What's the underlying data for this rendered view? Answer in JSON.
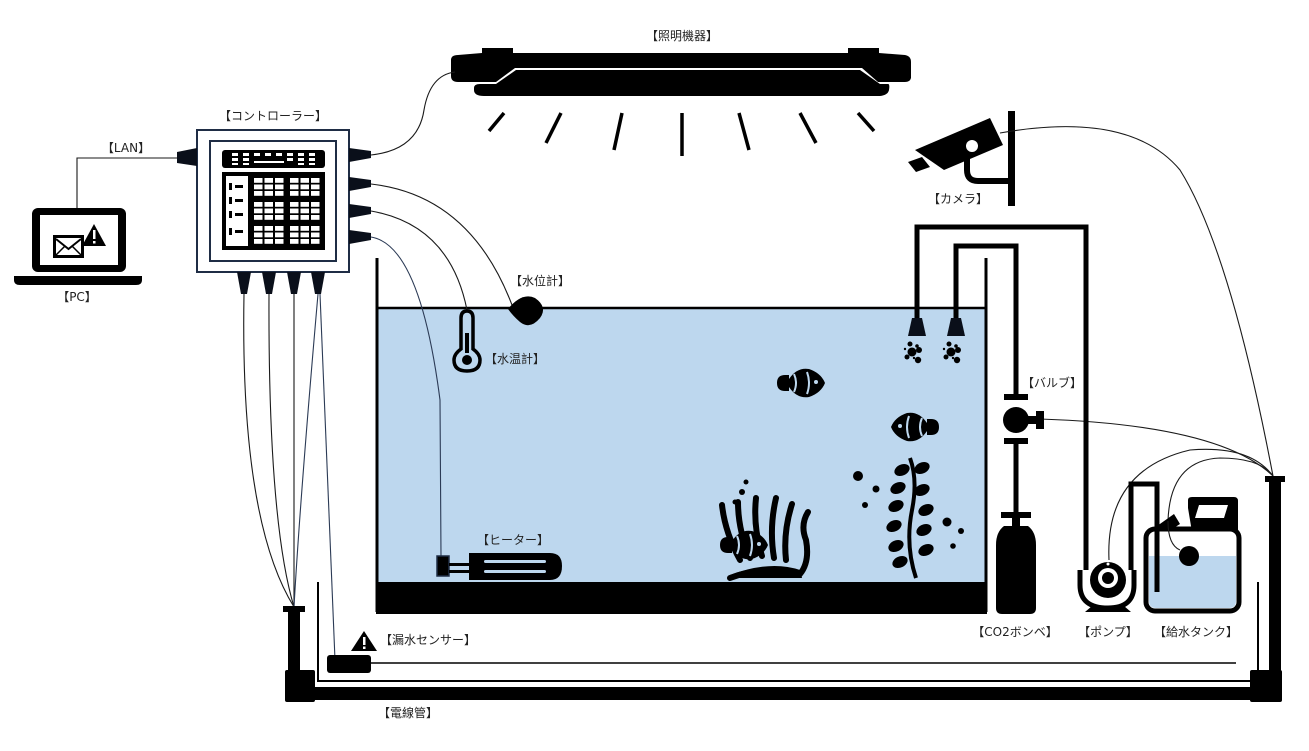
{
  "diagram": {
    "title": "Aquarium monitoring system",
    "colors": {
      "water": "#bdd7ee",
      "ink": "#000000",
      "navy_outline": "#1f2d45",
      "background": "#ffffff"
    },
    "labels": {
      "lighting": "【照明機器】",
      "controller": "【コントローラー】",
      "lan": "【LAN】",
      "pc": "【PC】",
      "camera": "【カメラ】",
      "water_level_meter": "【水位計】",
      "thermometer": "【水温計】",
      "valve": "【バルブ】",
      "heater": "【ヒーター】",
      "co2_cylinder": "【CO2ボンベ】",
      "pump": "【ポンプ】",
      "water_supply_tank": "【給水タンク】",
      "leak_sensor": "【漏水センサー】",
      "conduit": "【電線管】"
    },
    "icons": {
      "pc": "laptop-icon",
      "mail_alert": "mail-alert-icon",
      "warning": "warning-triangle-icon",
      "lighting": "led-light-bar-icon",
      "camera": "security-camera-icon",
      "thermometer": "thermometer-icon",
      "water_level": "float-sensor-icon",
      "fish": "clownfish-icon",
      "anemone": "sea-anemone-icon",
      "seaweed": "seaweed-icon",
      "diffuser": "co2-diffuser-icon",
      "valve": "valve-icon",
      "cylinder": "gas-cylinder-icon",
      "pump": "pump-icon",
      "tank": "jerrycan-icon",
      "leak_sensor": "leak-sensor-icon",
      "heater": "heater-icon"
    }
  }
}
